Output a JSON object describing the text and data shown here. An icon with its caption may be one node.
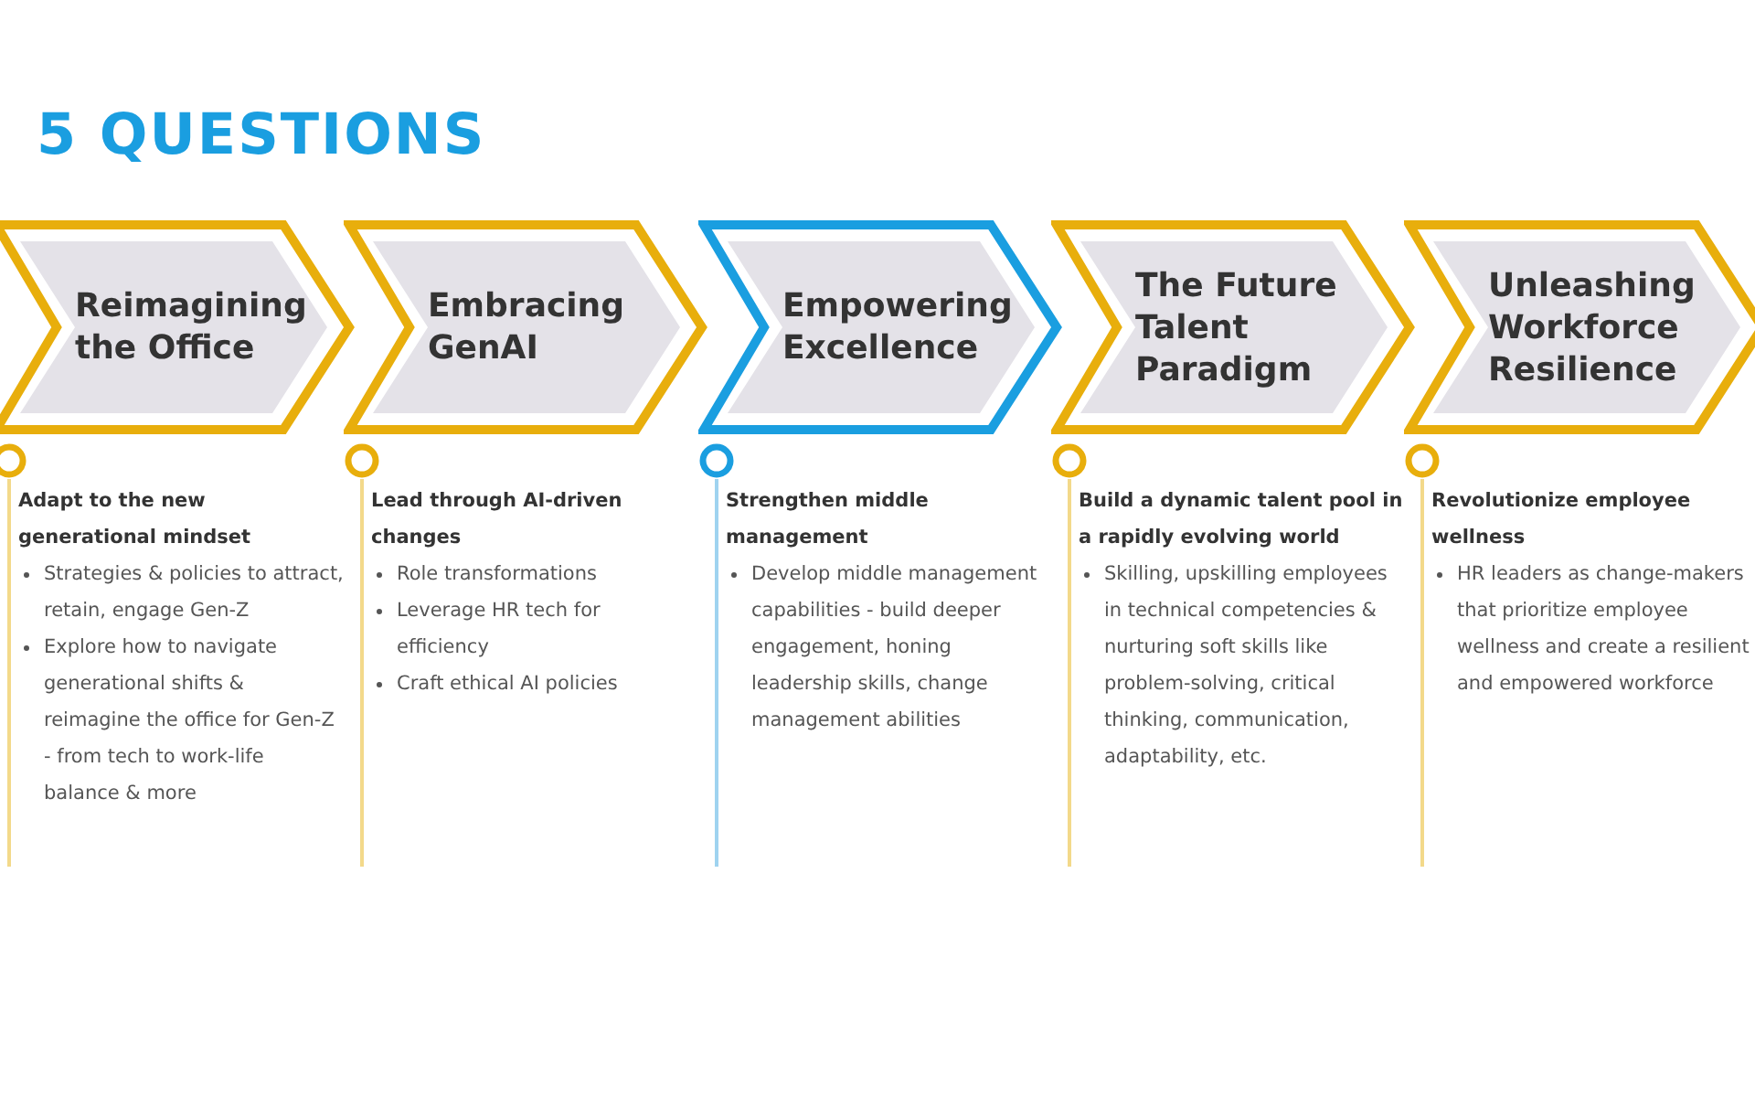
{
  "diagram": {
    "title": "5 QUESTIONS",
    "nodes": [
      {
        "text": [
          "Reimagining the Office"
        ],
        "beside": [
          "Adapt to the new generational mindset",
          "Strategies & policies to attract, retain, engage Gen-Z",
          "Explore how to navigate generational shifts & reimagine the office for Gen-Z - from tech to work-life balance & more"
        ]
      },
      {
        "text": [
          "Embracing GenAI"
        ],
        "beside": [
          "Lead through AI-driven changes",
          "Role transformations",
          "Leverage HR tech for efficiency",
          "Craft ethical AI policies"
        ]
      },
      {
        "text": [
          "Empowering Excellence"
        ],
        "beside": [
          "Strengthen middle management",
          "Develop middle management capabilities - build deeper engagement, honing leadership skills, change management abilities"
        ]
      },
      {
        "text": [
          "The Future Talent Paradigm"
        ],
        "beside": [
          "Build a dynamic talent pool in a rapidly evolving world",
          "Skilling, upskilling employees in technical competencies & nurturing soft skills like problem-solving, critical thinking, communication, adaptability, etc."
        ]
      },
      {
        "text": [
          "Unleashing Workforce Resilience"
        ],
        "beside": [
          "Revolutionize employee wellness",
          "HR leaders as change-makers that prioritize employee wellness and create a resilient and empowered workforce"
        ]
      }
    ]
  }
}
